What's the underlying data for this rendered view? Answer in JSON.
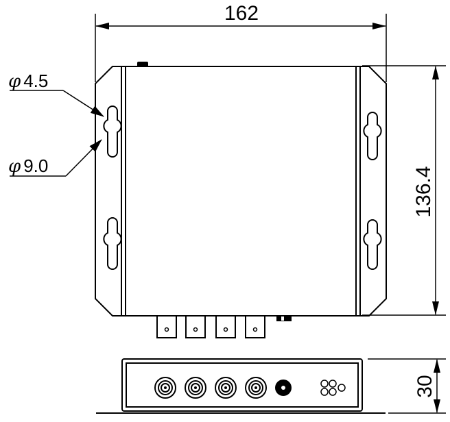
{
  "dimensions": {
    "width": "162",
    "height": "136.4",
    "depth": "30"
  },
  "holes": {
    "small": {
      "symbol": "φ",
      "value": "4.5"
    },
    "large": {
      "symbol": "φ",
      "value": "9.0"
    }
  }
}
